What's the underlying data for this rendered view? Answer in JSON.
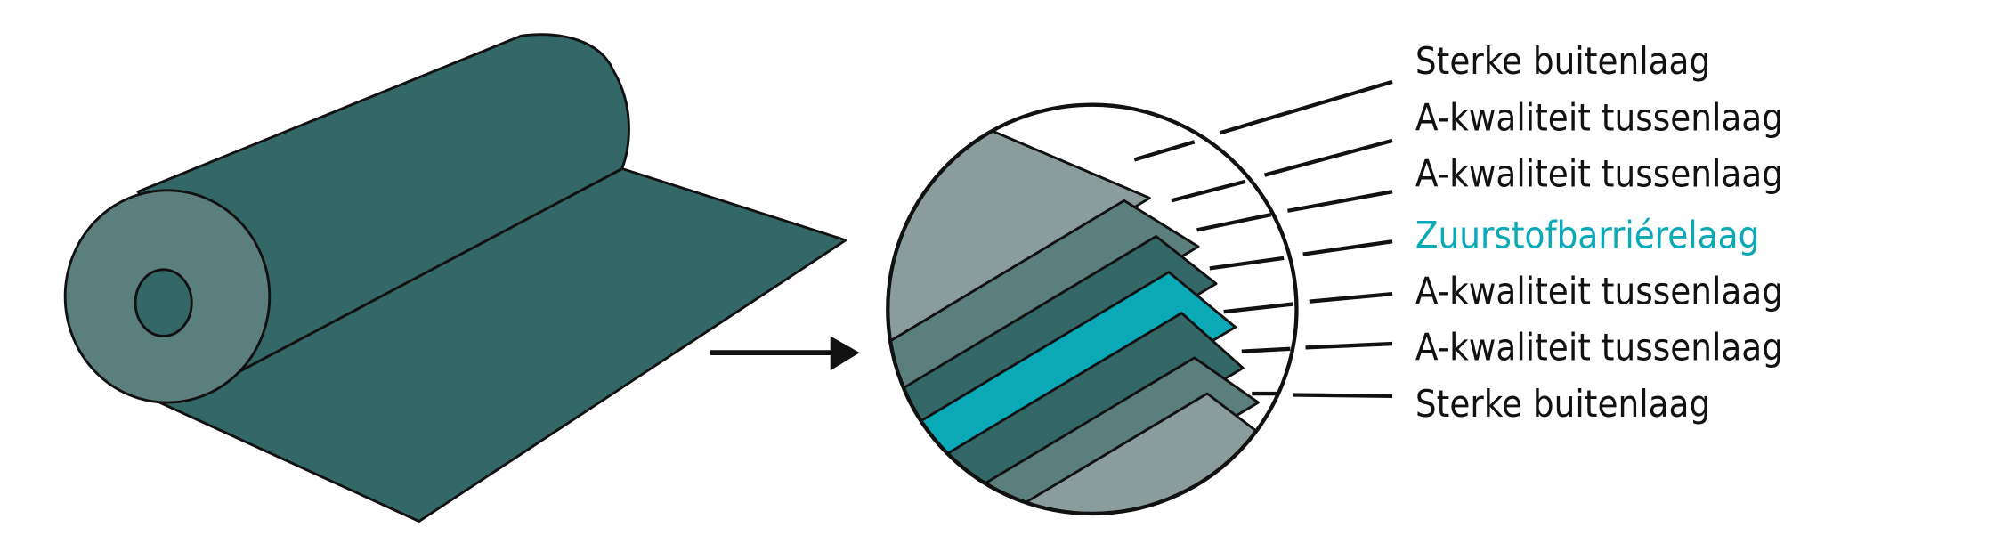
{
  "labels": [
    {
      "text": "Sterke buitenlaag",
      "color": "#111111"
    },
    {
      "text": "A-kwaliteit tussenlaag",
      "color": "#111111"
    },
    {
      "text": "A-kwaliteit tussenlaag",
      "color": "#111111"
    },
    {
      "text": "Zuurstofbarriérelaag",
      "color": "#0aa9b8"
    },
    {
      "text": "A-kwaliteit tussenlaag",
      "color": "#111111"
    },
    {
      "text": "A-kwaliteit tussenlaag",
      "color": "#111111"
    },
    {
      "text": "Sterke buitenlaag",
      "color": "#111111"
    }
  ],
  "colors": {
    "roll": "#336866",
    "roll_end": "#5a7f7c",
    "layers": [
      "#8a9d9c",
      "#5a7f7c",
      "#336866",
      "#0aa9b8",
      "#336866",
      "#5a7f7c",
      "#8a9d9c"
    ]
  }
}
